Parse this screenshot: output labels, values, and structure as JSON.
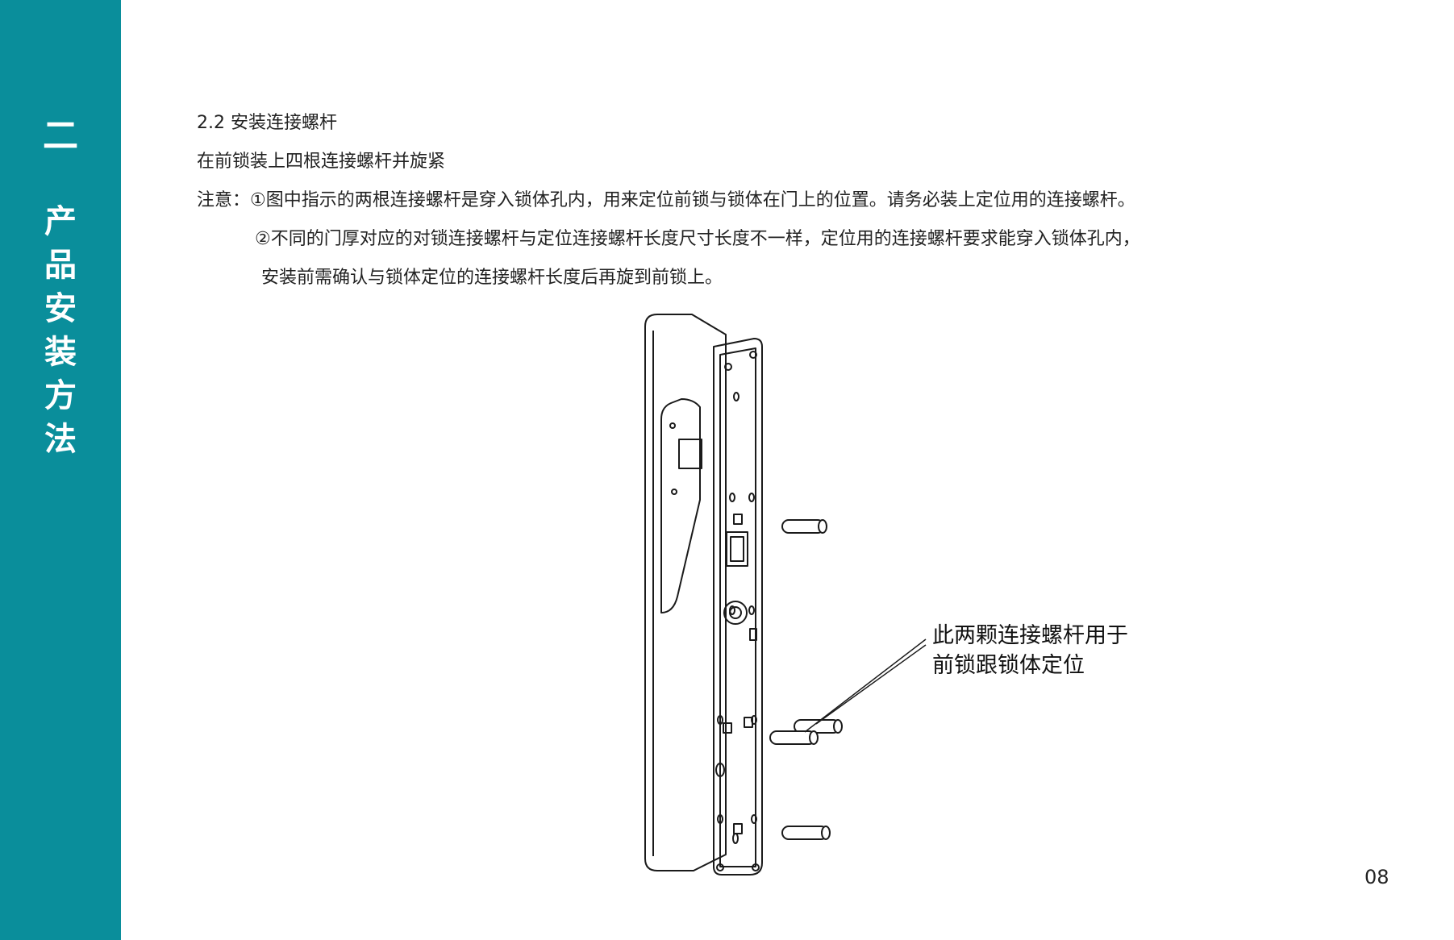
{
  "sidebar": {
    "section_number": "二",
    "title_chars": [
      "产",
      "品",
      "安",
      "装",
      "方",
      "法"
    ],
    "color": "#0a8e9b"
  },
  "content": {
    "heading": "2.2 安装连接螺杆",
    "intro": "在前锁装上四根连接螺杆并旋紧",
    "notes": [
      "注意：①图中指示的两根连接螺杆是穿入锁体孔内，用来定位前锁与锁体在门上的位置。请务必装上定位用的连接螺杆。",
      "②不同的门厚对应的对锁连接螺杆与定位连接螺杆长度尺寸长度不一样，定位用的连接螺杆要求能穿入锁体孔内，",
      "安装前需确认与锁体定位的连接螺杆长度后再旋到前锁上。"
    ]
  },
  "diagram": {
    "callout_lines": [
      "此两颗连接螺杆用于",
      "前锁跟锁体定位"
    ]
  },
  "page_number": "08"
}
